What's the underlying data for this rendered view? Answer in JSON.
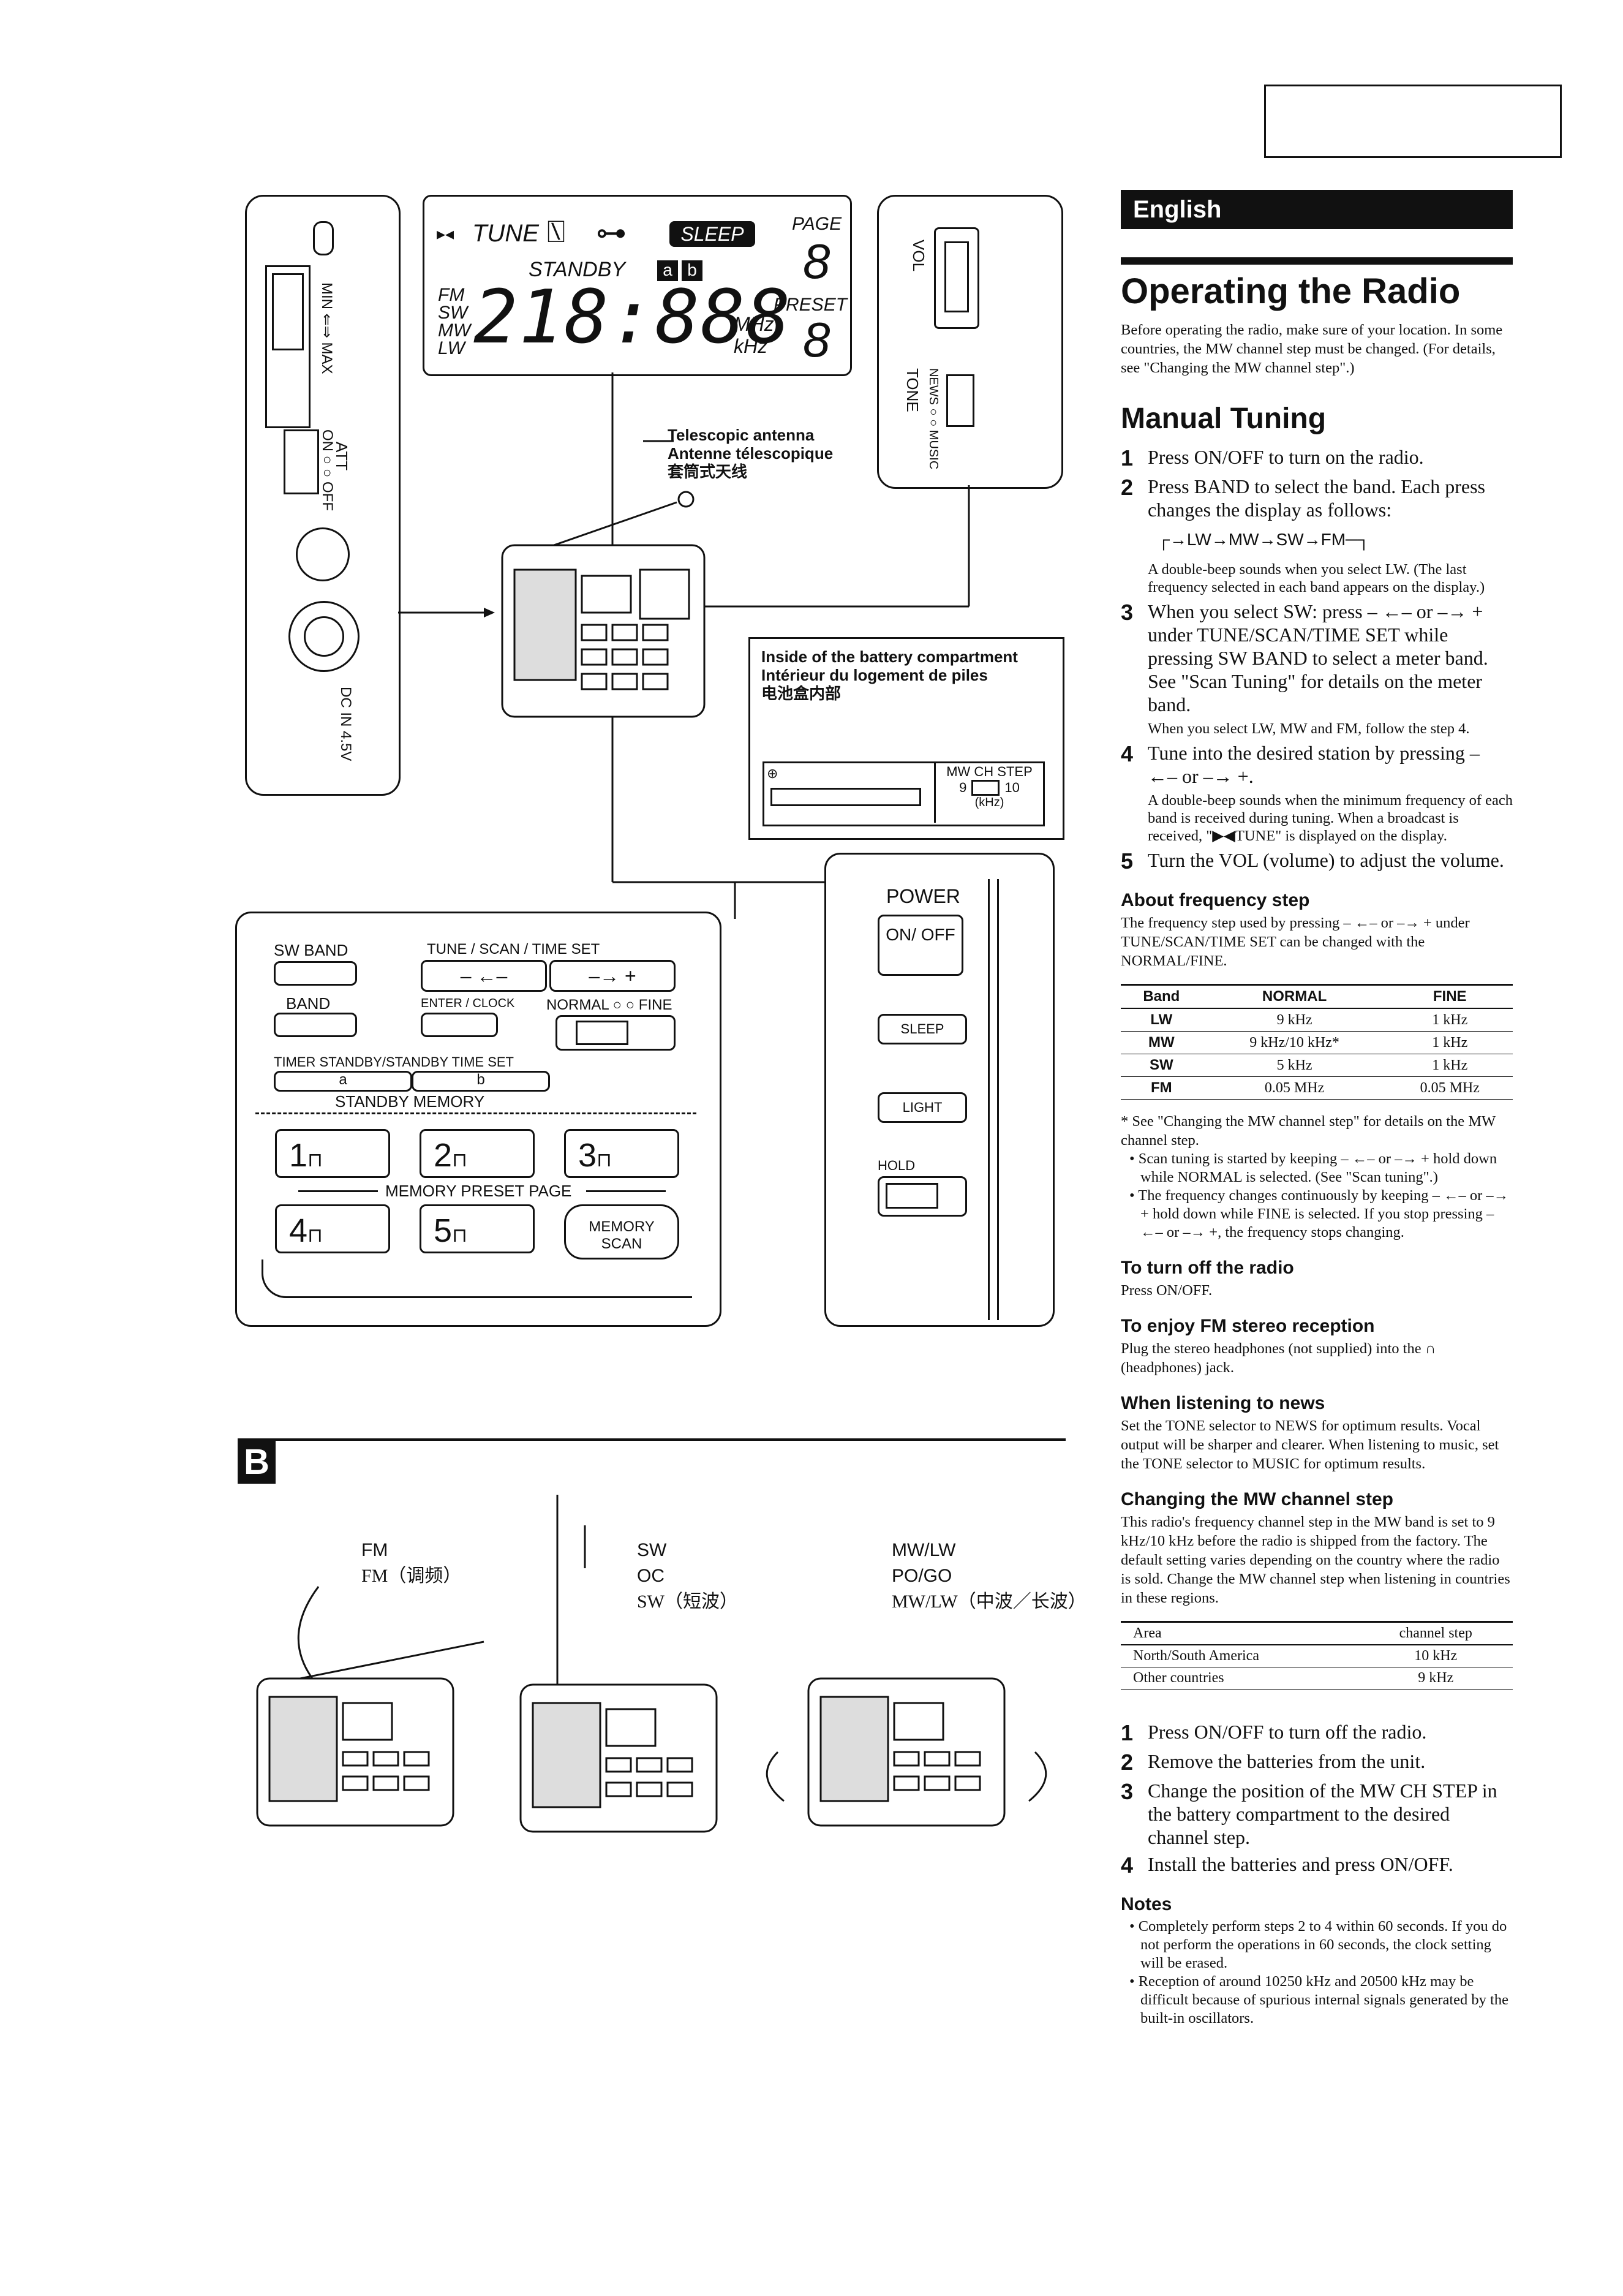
{
  "language_tab": "English",
  "title": "Operating the Radio",
  "intro": "Before operating the radio, make sure of your location. In some countries, the MW channel step must be changed. (For details, see \"Changing the MW channel step\".)",
  "manual_tuning": {
    "heading": "Manual Tuning",
    "steps": [
      {
        "n": "1",
        "text": "Press ON/OFF to turn on the radio."
      },
      {
        "n": "2",
        "text": "Press BAND to select the band. Each press changes the display as follows:"
      },
      {
        "n": "3",
        "text": "When you select SW: press – ←– or –→ + under TUNE/SCAN/TIME SET while pressing SW BAND to select a meter band. See \"Scan Tuning\" for details on the meter band."
      },
      {
        "n": "4",
        "text": "Tune into the desired station by pressing – ←– or –→ +."
      },
      {
        "n": "5",
        "text": "Turn the VOL (volume) to adjust the volume."
      }
    ],
    "band_sequence": "┌→LW→MW→SW→FM─┐",
    "note2": "A double-beep sounds when you select LW. (The last frequency selected in each band appears on the display.)",
    "note3": "When you select LW, MW and FM, follow the step 4.",
    "note4": "A double-beep sounds when the minimum frequency of each band is received during tuning. When a broadcast is received, \"▶◀TUNE\" is displayed on the display."
  },
  "freq_step": {
    "heading": "About frequency step",
    "text": "The frequency step used by pressing – ←– or –→ + under TUNE/SCAN/TIME SET can be changed with the NORMAL/FINE.",
    "table_headers": [
      "Band",
      "NORMAL",
      "FINE"
    ],
    "rows": [
      [
        "LW",
        "9 kHz",
        "1 kHz"
      ],
      [
        "MW",
        "9 kHz/10 kHz*",
        "1 kHz"
      ],
      [
        "SW",
        "5 kHz",
        "1 kHz"
      ],
      [
        "FM",
        "0.05 MHz",
        "0.05 MHz"
      ]
    ],
    "footnote": "* See \"Changing the MW channel step\" for details on the MW channel step.",
    "bullets": [
      "Scan tuning is started by keeping – ←– or –→ + hold down while NORMAL is selected. (See \"Scan tuning\".)",
      "The frequency changes continuously by keeping – ←– or –→ + hold down while FINE is selected. If you stop pressing – ←– or –→ +, the frequency stops changing."
    ]
  },
  "turn_off": {
    "heading": "To turn off the radio",
    "text": "Press ON/OFF."
  },
  "fm_stereo": {
    "heading": "To enjoy FM stereo reception",
    "text": "Plug the stereo headphones (not supplied) into the ∩ (headphones) jack."
  },
  "news": {
    "heading": "When listening to news",
    "text": "Set the TONE selector to NEWS for optimum results. Vocal output will be sharper and clearer. When listening to music, set the TONE selector to MUSIC for optimum results."
  },
  "mw_step": {
    "heading": "Changing the MW channel step",
    "text": "This radio's frequency channel step in the MW band is set to 9 kHz/10 kHz before the radio is shipped from the factory. The default setting varies depending on the country where the radio is sold. Change the MW channel step when listening in countries in these regions.",
    "table_headers": [
      "Area",
      "channel step"
    ],
    "rows": [
      [
        "North/South America",
        "10 kHz"
      ],
      [
        "Other countries",
        "9 kHz"
      ]
    ],
    "steps": [
      {
        "n": "1",
        "text": "Press ON/OFF to turn off the radio."
      },
      {
        "n": "2",
        "text": "Remove the batteries from the unit."
      },
      {
        "n": "3",
        "text": "Change the position of the MW CH STEP in the battery compartment to the desired channel step."
      },
      {
        "n": "4",
        "text": "Install the batteries and press ON/OFF."
      }
    ]
  },
  "notes": {
    "heading": "Notes",
    "items": [
      "Completely perform steps 2 to 4 within 60 seconds. If you do not perform the operations in 60 seconds, the clock setting will be erased.",
      "Reception of around 10250 kHz and 20500 kHz may be difficult because of spurious internal signals generated by the built-in oscillators."
    ]
  },
  "diagram": {
    "display": {
      "tune": "TUNE",
      "sleep": "SLEEP",
      "page": "PAGE",
      "standby": "STANDBY",
      "ab_a": "a",
      "ab_b": "b",
      "bands": [
        "FM",
        "SW",
        "MW",
        "LW"
      ],
      "digits": "218:888",
      "mhz": "MHz",
      "khz": "kHz",
      "preset": "PRESET",
      "page_digit": "8",
      "preset_digit": "8"
    },
    "side_left": {
      "min_max": "MIN ⇐⇒ MAX",
      "att": "ATT",
      "on_off": "ON ○ ○ OFF",
      "dc": "DC IN 4.5V"
    },
    "side_right": {
      "vol": "VOL",
      "tone": "TONE",
      "news_music": "NEWS ○ ○ MUSIC"
    },
    "antenna_label": [
      "Telescopic antenna",
      "Antenne télescopique",
      "套筒式天线"
    ],
    "battery_label": [
      "Inside of the battery compartment",
      "Intérieur du logement de piles",
      "电池盒内部"
    ],
    "battery_switch": {
      "title": "MW CH STEP",
      "v9": "9",
      "v10": "10",
      "unit": "(kHz)"
    },
    "keypad": {
      "sw_band": "SW BAND",
      "tune_scan": "TUNE / SCAN / TIME SET",
      "minus": "– ←–",
      "plus": "–→ +",
      "band": "BAND",
      "enter_clock": "ENTER / CLOCK",
      "normal_fine": "NORMAL ○ ○ FINE",
      "timer": "TIMER STANDBY/STANDBY TIME SET",
      "a": "a",
      "b": "b",
      "standby_memory": "STANDBY MEMORY",
      "presets": [
        "1",
        "2",
        "3",
        "4",
        "5"
      ],
      "memory_preset_page": "MEMORY PRESET PAGE",
      "memory_scan": "MEMORY SCAN"
    },
    "power_panel": {
      "power": "POWER",
      "on_off": "ON/ OFF",
      "sleep": "SLEEP",
      "light": "LIGHT",
      "hold": "HOLD"
    },
    "section_b": {
      "letter": "B",
      "fm": [
        "FM",
        "FM（调频）"
      ],
      "sw": [
        "SW",
        "OC",
        "SW（短波）"
      ],
      "mwlw": [
        "MW/LW",
        "PO/GO",
        "MW/LW（中波／长波）"
      ]
    }
  }
}
